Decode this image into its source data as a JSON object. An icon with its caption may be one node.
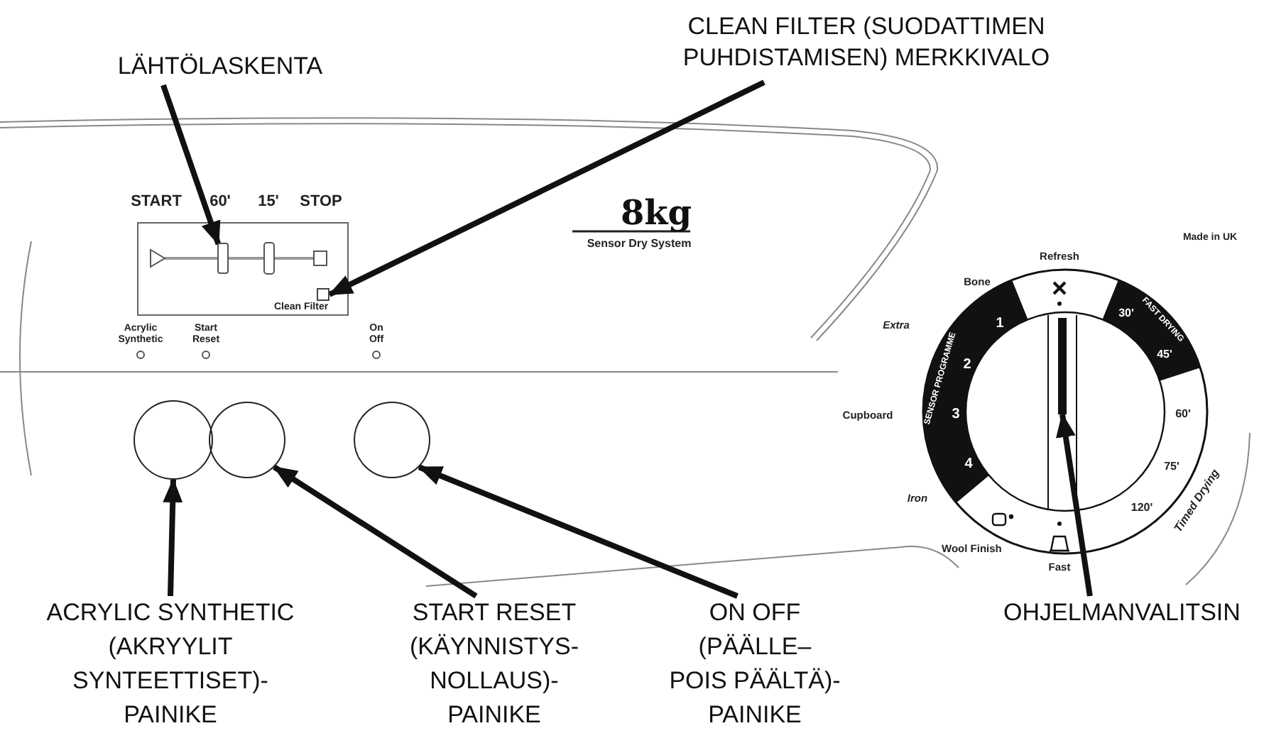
{
  "diagram": {
    "nodes": [
      {
        "text": [
          "LÄHTÖLASKENTA"
        ]
      },
      {
        "text": [
          "CLEAN FILTER (SUODATTIMEN PUHDISTAMISEN) MERKKIVALO"
        ]
      },
      {
        "text": [],
        "shape": "bar"
      },
      {
        "text": [],
        "shape": "box"
      },
      {
        "text": [],
        "shape": "circle"
      },
      {
        "text": [],
        "shape": "circle"
      },
      {
        "text": [],
        "shape": "circle"
      },
      {
        "text": [],
        "shape": "bar"
      },
      {
        "text": [
          "ACRYLIC SYNTHETIC (AKRYYLIT SYNTEETTISET)- PAINIKE"
        ]
      },
      {
        "text": [
          "START RESET (KÄYNNISTYS- NOLLAUS)- PAINIKE"
        ]
      },
      {
        "text": [
          "ON OFF (PÄÄLLE– POIS PÄÄLTÄ)- PAINIKE"
        ]
      },
      {
        "text": [
          "OHJELMANVALITSIN"
        ]
      }
    ],
    "edges": [
      {
        "from": 0,
        "to": 2,
        "arrow": "to"
      },
      {
        "from": 1,
        "to": 3,
        "arrow": "to"
      },
      {
        "from": 8,
        "to": 4,
        "arrow": "to"
      },
      {
        "from": 9,
        "to": 5,
        "arrow": "to"
      },
      {
        "from": 10,
        "to": 6,
        "arrow": "to"
      },
      {
        "from": 11,
        "to": 7,
        "arrow": "to"
      }
    ],
    "labels": [
      "START",
      "60'",
      "15'",
      "STOP",
      "Clean Filter",
      "8kg",
      "Sensor Dry System",
      "Made in UK",
      "Acrylic Synthetic",
      "Start Reset",
      "On Off",
      "Refresh",
      "Bone",
      "Extra",
      "Cupboard",
      "Iron",
      "Wool Finish",
      "Fast",
      "SENSOR PROGRAMME",
      "FAST DRYING",
      "Timed Drying",
      "1",
      "2",
      "3",
      "4",
      "30'",
      "45'",
      "60'",
      "75'",
      "120'"
    ]
  }
}
